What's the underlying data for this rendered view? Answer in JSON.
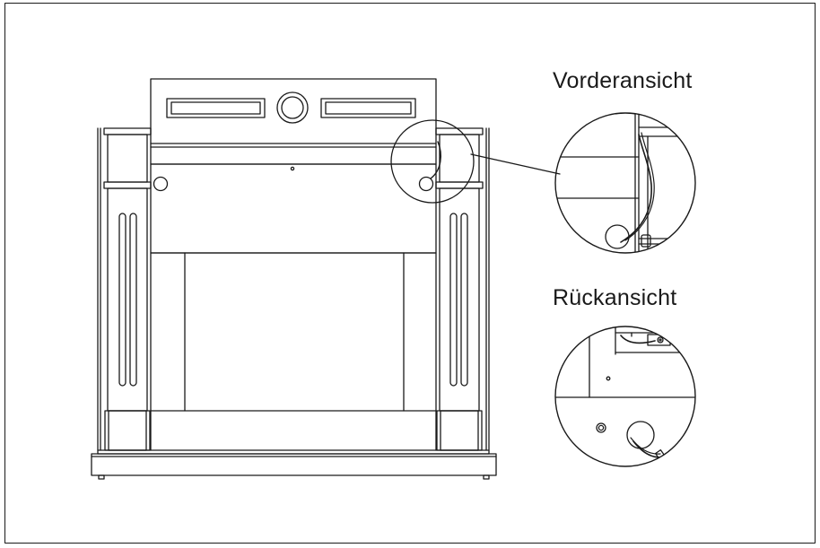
{
  "labels": {
    "front_view": "Vorderansicht",
    "rear_view": "Rückansicht"
  },
  "colors": {
    "line": "#1a1a1a",
    "background": "#ffffff"
  },
  "icons": {
    "front_detail": "magnifier-circle-front",
    "rear_detail": "magnifier-circle-rear"
  }
}
